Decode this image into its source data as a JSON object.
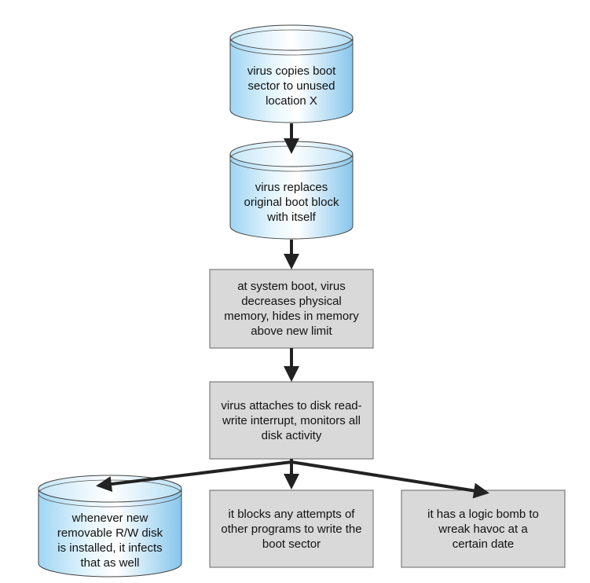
{
  "nodes": {
    "copy_boot_sector": {
      "text": "virus copies boot\nsector to unused\nlocation X"
    },
    "replace_boot_block": {
      "text": "virus replaces\noriginal boot block\nwith itself"
    },
    "system_boot": {
      "text": "at system boot, virus\ndecreases physical\nmemory, hides in memory\nabove new limit"
    },
    "attach_interrupt": {
      "text": "virus attaches to disk read-\nwrite interrupt, monitors all\ndisk activity"
    },
    "infect_removable": {
      "text": "whenever new\nremovable R/W disk\nis installed, it infects\nthat as well"
    },
    "block_writes": {
      "text": "it blocks any attempts of\nother programs to write the\nboot sector"
    },
    "logic_bomb": {
      "text": "it has a logic bomb to\nwreak havoc at a\ncertain date"
    }
  },
  "colors": {
    "cylinder_light": "#ffffff",
    "cylinder_mid": "#d6effb",
    "cylinder_dark": "#8ccbef",
    "box_fill": "#d9d9d9",
    "stroke": "#333333",
    "arrow": "#222222"
  }
}
